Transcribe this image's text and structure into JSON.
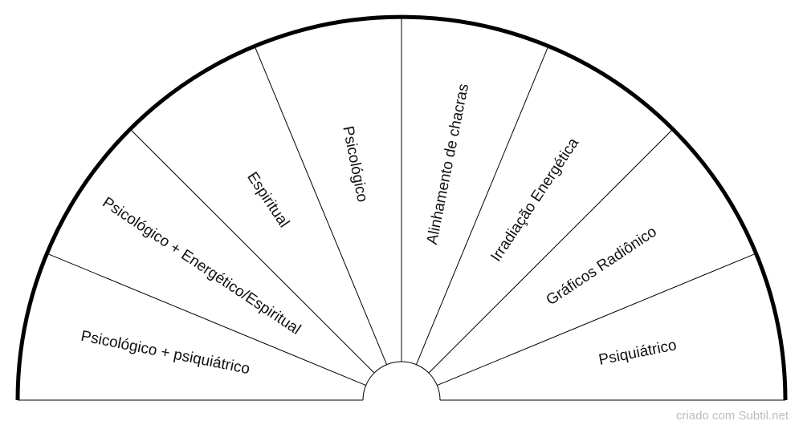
{
  "chart_data": {
    "type": "radial-chart",
    "sectors": [
      {
        "label": "Psicológico + psiquiátrico"
      },
      {
        "label": "Psicológico + Energético/Espiritual"
      },
      {
        "label": "Espiritual"
      },
      {
        "label": "Psicológico"
      },
      {
        "label": "Alinhamento de chacras"
      },
      {
        "label": "Irradiação Energética"
      },
      {
        "label": "Gráficos Radiônico"
      },
      {
        "label": "Psiquiátrico"
      }
    ],
    "colors": {
      "outline": "#000000",
      "divider": "#000000",
      "text": "#111111",
      "credit": "#bdbdbd",
      "background": "#ffffff"
    }
  },
  "footer": {
    "credit": "criado com Subtil.net"
  }
}
